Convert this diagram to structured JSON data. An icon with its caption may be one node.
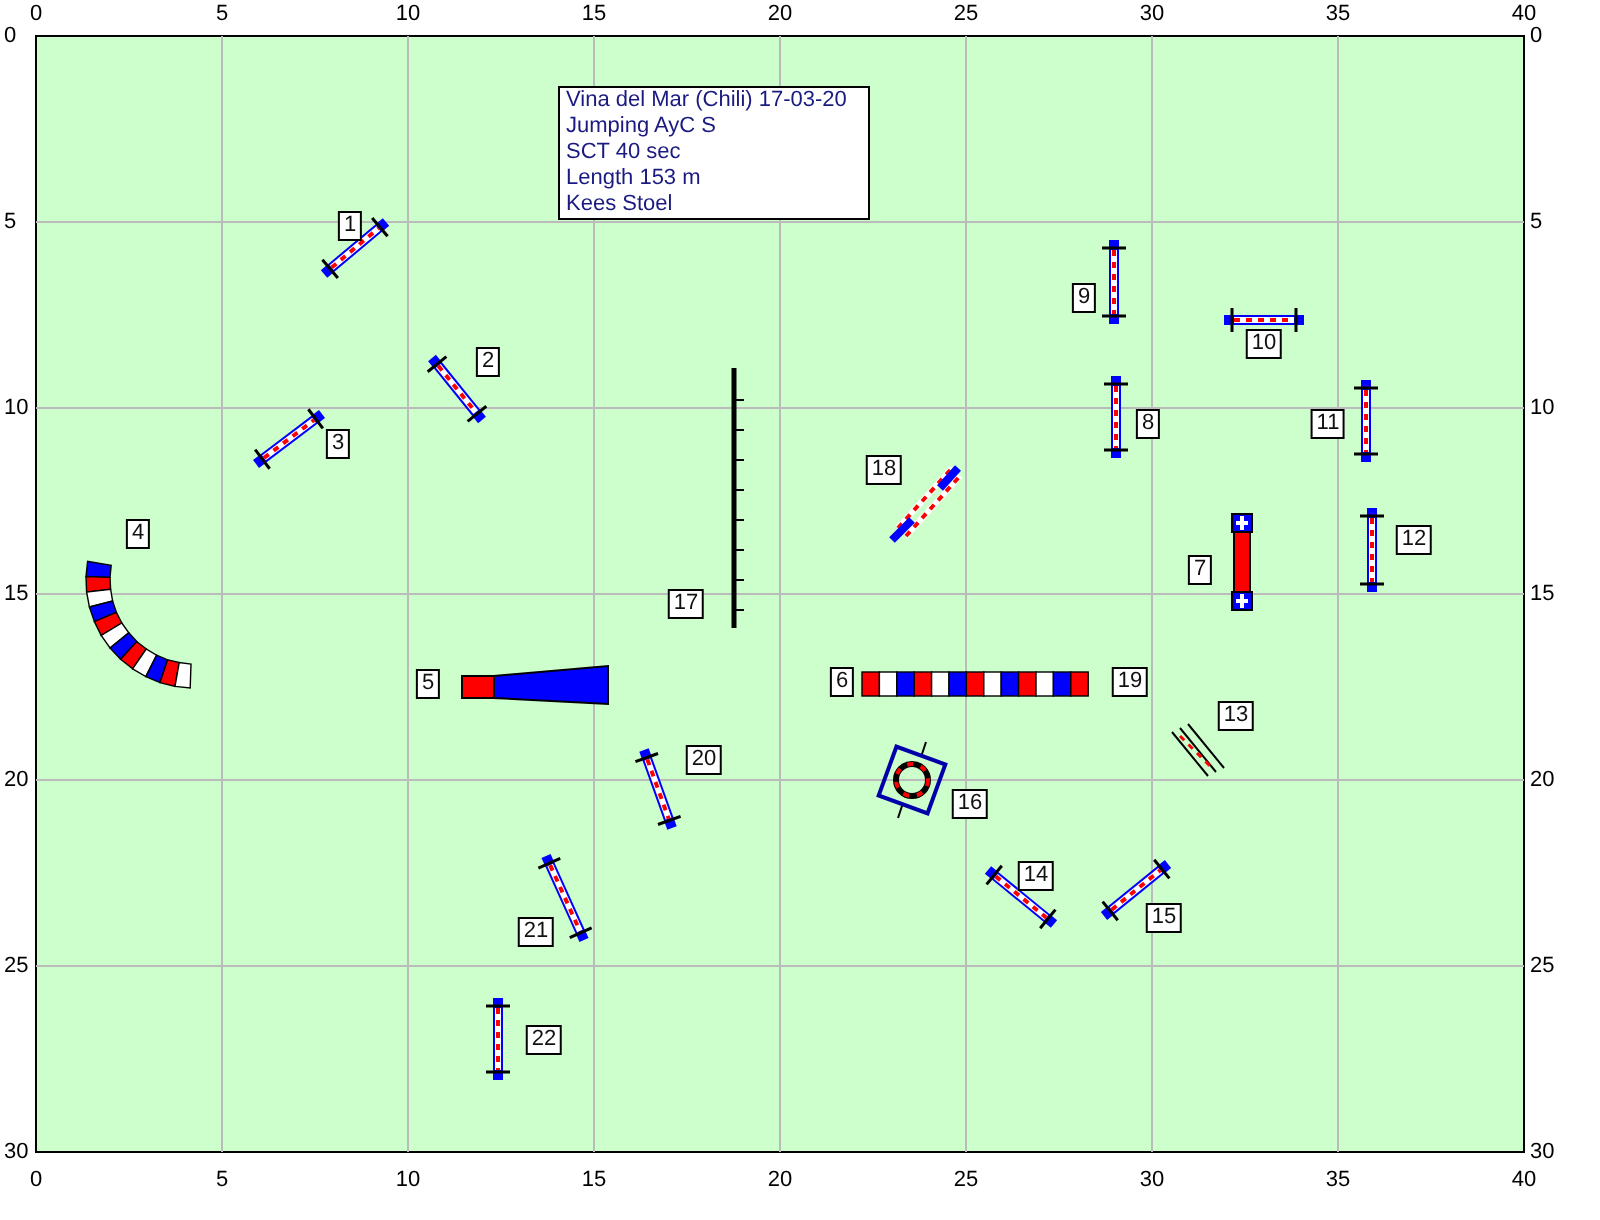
{
  "diagram": {
    "labels": [
      "Vina del Mar (Chili) 17-03-20",
      "Jumping AyC S",
      "SCT 40 sec",
      "Length 153 m",
      "Kees Stoel",
      "0",
      "5",
      "10",
      "15",
      "20",
      "25",
      "30",
      "35",
      "40",
      "0",
      "0",
      "5",
      "5",
      "10",
      "10",
      "15",
      "15",
      "20",
      "20",
      "25",
      "25",
      "30",
      "30",
      "0",
      "5",
      "10",
      "15",
      "20",
      "25",
      "30",
      "35",
      "40",
      "1",
      "2",
      "3",
      "4",
      "5",
      "6",
      "7",
      "8",
      "9",
      "10",
      "11",
      "12",
      "13",
      "14",
      "15",
      "16",
      "17",
      "18",
      "19",
      "20",
      "21",
      "22"
    ]
  }
}
